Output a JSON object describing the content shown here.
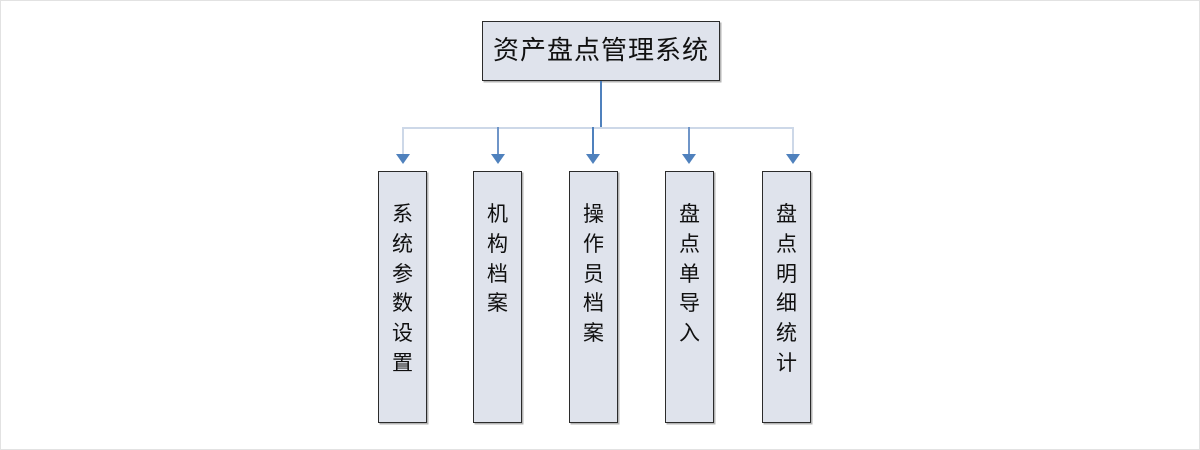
{
  "diagram": {
    "type": "organization-tree",
    "title": "资产盘点管理系统",
    "orientation": "top-down",
    "background_color": "#ffffff",
    "node_fill_color": "#dfe3ec",
    "node_border_color": "#2b2b2b",
    "connector_color": "#4f81bd",
    "connector_light_color": "#cdd8e8",
    "root": {
      "label": "资产盘点管理系统",
      "text_orientation": "horizontal"
    },
    "children": [
      {
        "label": "系统参数设置",
        "text_orientation": "vertical"
      },
      {
        "label": "机构档案",
        "text_orientation": "vertical"
      },
      {
        "label": "操作员档案",
        "text_orientation": "vertical"
      },
      {
        "label": "盘点单导入",
        "text_orientation": "vertical"
      },
      {
        "label": "盘点明细统计",
        "text_orientation": "vertical"
      }
    ]
  }
}
